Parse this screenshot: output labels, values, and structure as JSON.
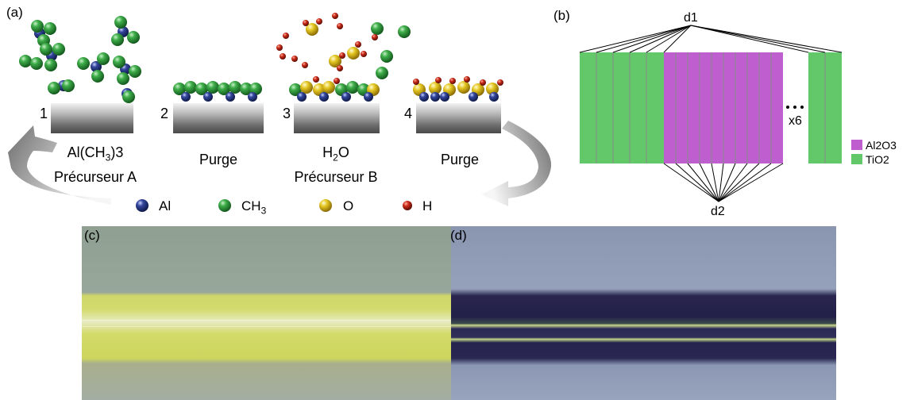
{
  "panel_labels": {
    "a": "(a)",
    "b": "(b)",
    "c": "(c)",
    "d": "(d)"
  },
  "steps": [
    {
      "num": "1",
      "line1_main": "Al(CH",
      "line1_sub": "3",
      "line1_tail": ")3",
      "line2": "Précurseur A"
    },
    {
      "num": "2",
      "line1": "Purge"
    },
    {
      "num": "3",
      "line1_main": "H",
      "line1_sub": "2",
      "line1_tail": "O",
      "line2": "Précurseur B"
    },
    {
      "num": "4",
      "line1": "Purge"
    }
  ],
  "atom_legend": [
    {
      "label": "Al",
      "color": "#2e3f8f"
    },
    {
      "label_main": "CH",
      "label_sub": "3",
      "color": "#2f9a3c"
    },
    {
      "label": "O",
      "color": "#e0c21c"
    },
    {
      "label": "H",
      "color": "#c0281a"
    }
  ],
  "stack": {
    "top_label": "d1",
    "bottom_label": "d2",
    "repeat_label": "x6",
    "dots": "•••",
    "legend": [
      {
        "label": "Al2O3",
        "color": "#bf5fcf"
      },
      {
        "label": "TiO2",
        "color": "#63c86a"
      }
    ]
  },
  "colors": {
    "tio2": "#63c86a",
    "al2o3": "#bf5fcf"
  }
}
